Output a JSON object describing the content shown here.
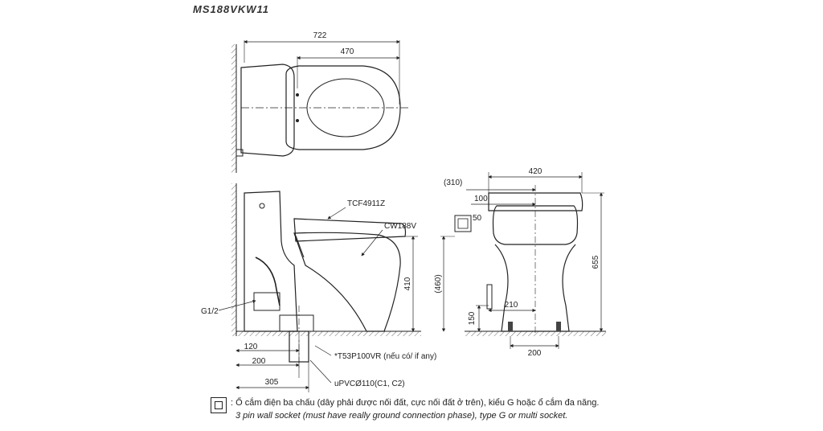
{
  "model": "MS188VKW11",
  "top_view": {
    "dim_total": "722",
    "dim_seat": "470"
  },
  "side_view": {
    "seat_label": "TCF4911Z",
    "bowl_label": "CW188V",
    "supply_label": "G1/2",
    "dim_height": "410",
    "dim_120": "120",
    "dim_200": "200",
    "dim_305": "305",
    "trap_label": "*T53P100VR (nếu có/ if any)",
    "pipe_label": "uPVCØ110(C1, C2)"
  },
  "front_view": {
    "dim_width": "420",
    "dim_310": "(310)",
    "dim_100": "100",
    "dim_50": "50",
    "dim_460": "(460)",
    "dim_655": "655",
    "dim_210": "210",
    "dim_150": "150",
    "dim_base": "200"
  },
  "legend": {
    "vietnamese": ": Ổ cắm điện ba chấu (dây phải được nối đất, cực nối đất ở trên), kiểu G hoặc ổ cắm đa năng.",
    "english": "3 pin wall socket (must have really ground connection phase), type G or multi socket."
  }
}
